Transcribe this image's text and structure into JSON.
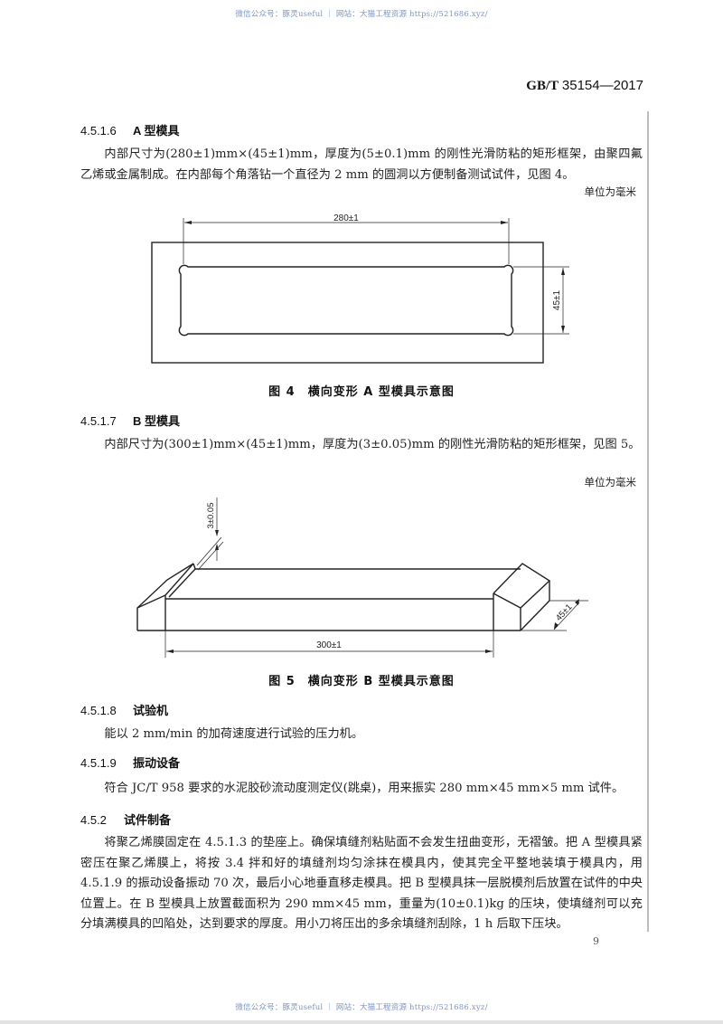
{
  "watermark": {
    "top": "微信公众号：豚灵useful ｜ 网站：大猫工程资源 https://521686.xyz/",
    "bottom": "微信公众号：豚灵useful ｜ 网站：大猫工程资源 https://521686.xyz/"
  },
  "header": {
    "standard_prefix": "GB/T",
    "standard_number": "35154—2017"
  },
  "sections": {
    "s4516": {
      "number": "4.5.1.6",
      "title": "A 型模具",
      "body": "内部尺寸为(280±1)mm×(45±1)mm，厚度为(5±0.1)mm 的刚性光滑防粘的矩形框架，由聚四氟乙烯或金属制成。在内部每个角落钻一个直径为 2 mm 的圆洞以方便制备测试试件，见图 4。",
      "unit_note": "单位为毫米"
    },
    "figure4": {
      "caption": "图 4　横向变形 A 型模具示意图",
      "dim_length": "280±1",
      "dim_width": "45±1"
    },
    "s4517": {
      "number": "4.5.1.7",
      "title": "B 型模具",
      "body": "内部尺寸为(300±1)mm×(45±1)mm，厚度为(3±0.05)mm 的刚性光滑防粘的矩形框架，见图 5。",
      "unit_note": "单位为毫米"
    },
    "figure5": {
      "caption": "图 5　横向变形 B 型模具示意图",
      "dim_thickness": "3±0.05",
      "dim_length": "300±1",
      "dim_width": "45±1"
    },
    "s4518": {
      "number": "4.5.1.8",
      "title": "试验机",
      "body": "能以 2 mm/min 的加荷速度进行试验的压力机。"
    },
    "s4519": {
      "number": "4.5.1.9",
      "title": "振动设备",
      "body": "符合 JC/T 958 要求的水泥胶砂流动度测定仪(跳桌)，用来振实 280 mm×45 mm×5 mm 试件。"
    },
    "s452": {
      "number": "4.5.2",
      "title": "试件制备",
      "body": "将聚乙烯膜固定在 4.5.1.3 的垫座上。确保填缝剂粘贴面不会发生扭曲变形，无褶皱。把 A 型模具紧密压在聚乙烯膜上，将按 3.4 拌和好的填缝剂均匀涂抹在模具内，使其完全平整地装填于模具内，用 4.5.1.9 的振动设备振动 70 次，最后小心地垂直移走模具。把 B 型模具抹一层脱模剂后放置在试件的中央位置上。在 B 型模具上放置截面积为 290 mm×45 mm，重量为(10±0.1)kg 的压块，使填缝剂可以充分填满模具的凹陷处，达到要求的厚度。用小刀将压出的多余填缝剂刮除，1 h 后取下压块。"
    }
  },
  "footer": {
    "page_number": "9"
  }
}
